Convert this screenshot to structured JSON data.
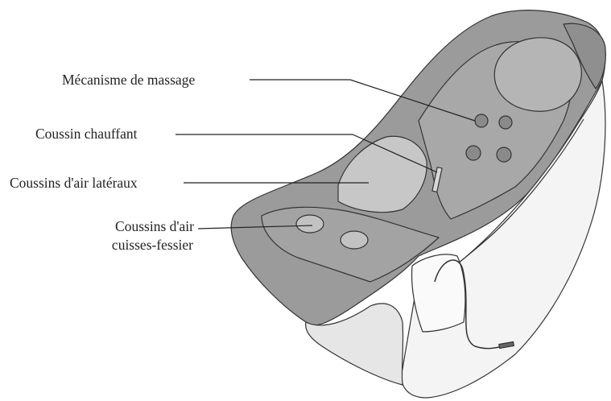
{
  "labels": {
    "massage_mechanism": "Mécanisme de massage",
    "heating_cushion": "Coussin chauffant",
    "side_airbags": "Coussins d'air latéraux",
    "thigh_seat_airbags_line1": "Coussins d'air",
    "thigh_seat_airbags_line2": "cuisses-fessier"
  },
  "colors": {
    "chair_body": "#9b9b9b",
    "chair_shadow": "#7d7d7d",
    "shell": "#f4f4f4",
    "cushion": "#b9b9b9",
    "outline": "#333333",
    "leader": "#222222"
  }
}
